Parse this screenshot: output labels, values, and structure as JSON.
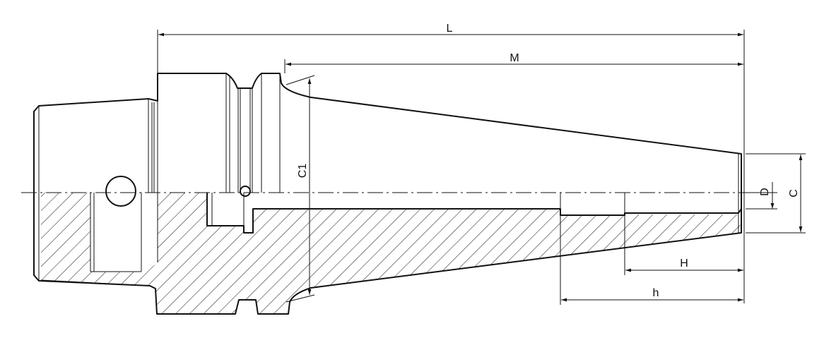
{
  "drawing": {
    "dimensions": {
      "L": "L",
      "M": "M",
      "C1": "C1",
      "D": "D",
      "C": "C",
      "H": "H",
      "h": "h"
    }
  }
}
